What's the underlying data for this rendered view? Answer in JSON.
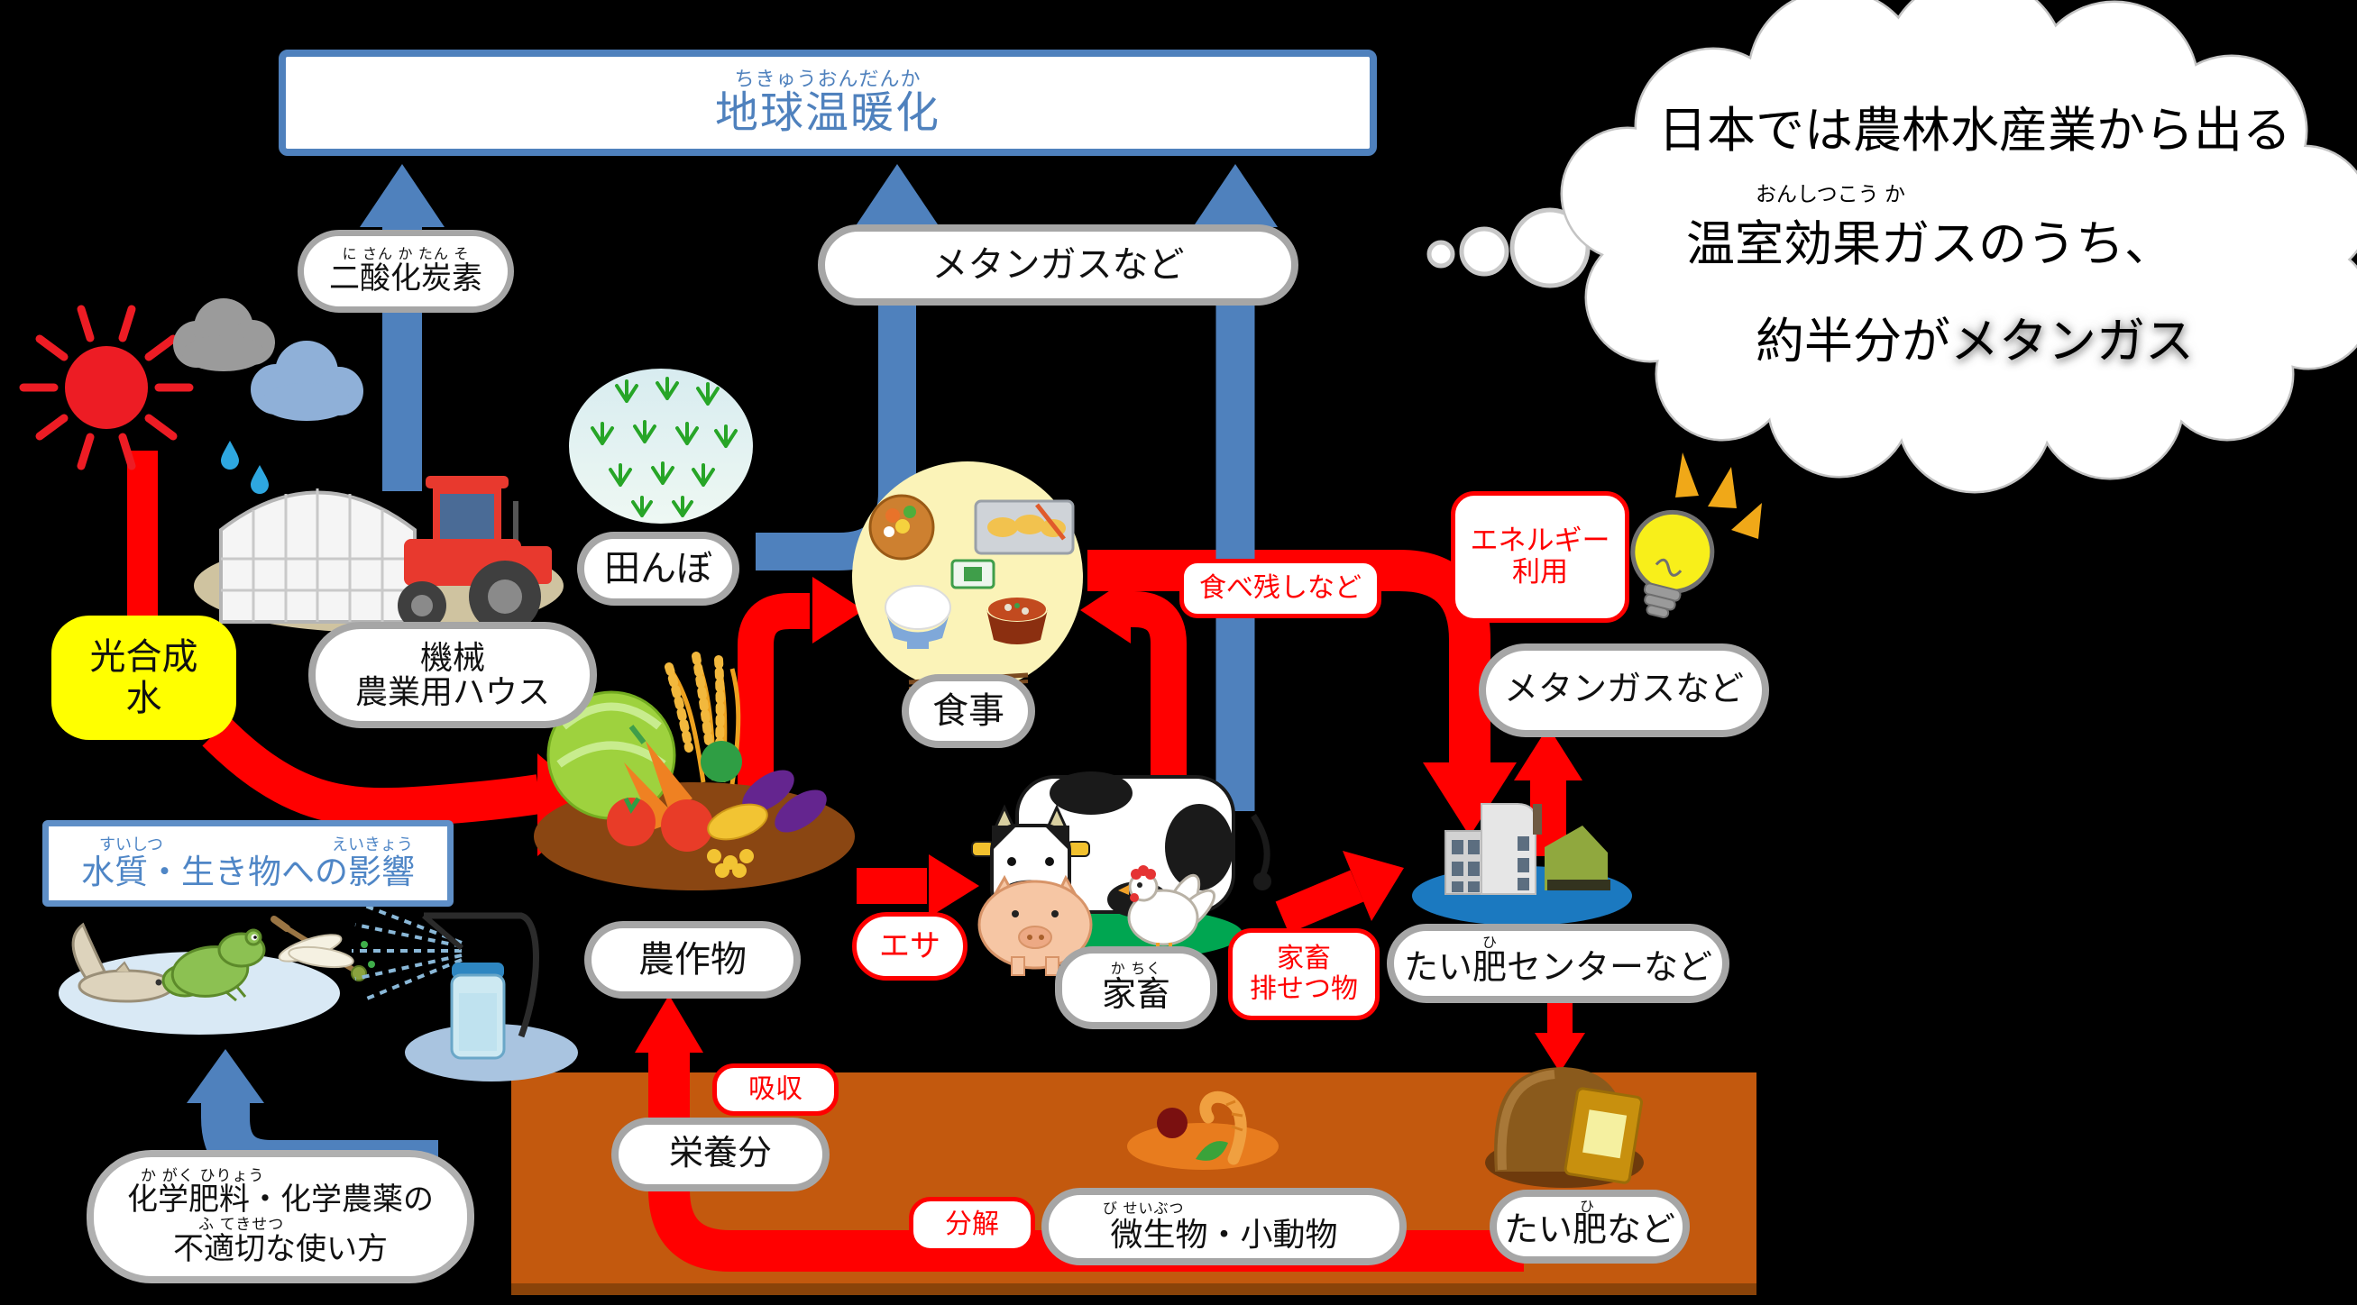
{
  "global_warming_box": {
    "furigana": "ちきゅうおんだんか",
    "label": "地球温暖化"
  },
  "co2_label": {
    "furigana": "に さん か たん そ",
    "label": "二酸化炭素"
  },
  "methane_top_label": "メタンガスなど",
  "methane_right_label": "メタンガスなど",
  "thought_bubble": {
    "line1": "日本では農林水産業から出る",
    "line2_furigana": "おんしつこう か",
    "line2": "温室効果ガスのうち、",
    "line3_prefix": "約半分が",
    "line3_highlight": "メタンガス"
  },
  "photosynthesis_box": {
    "line1": "光合成",
    "line2": "水"
  },
  "machinery_label": {
    "line1": "機械",
    "line2": "農業用ハウス"
  },
  "paddy_label": "田んぼ",
  "meal_label": "食事",
  "leftovers_label": "食べ残しなど",
  "energy_box": {
    "line1": "エネルギー",
    "line2": "利用"
  },
  "crops_label": "農作物",
  "feed_label": "エサ",
  "livestock_label": {
    "furigana": "か ちく",
    "label": "家畜"
  },
  "excrement_box": {
    "line1": "家畜",
    "line2": "排せつ物"
  },
  "compost_center_label": {
    "furigana": "ひ",
    "label": "たい肥センターなど"
  },
  "water_impact_box": {
    "furigana_left": "すいしつ",
    "furigana_right": "えいきょう",
    "label": "水質・生き物への影響"
  },
  "chemicals_box": {
    "furigana1": "か がく ひりょう",
    "line1": "化学肥料・化学農薬の",
    "furigana2": "ふ てきせつ",
    "line2": "不適切な使い方"
  },
  "absorption_label": "吸収",
  "nutrients_label": "栄養分",
  "decomposition_label": "分解",
  "microbes_label": {
    "furigana": "び せいぶつ",
    "label": "微生物・小動物"
  },
  "compost_label": {
    "furigana": "ひ",
    "label": "たい肥など"
  }
}
